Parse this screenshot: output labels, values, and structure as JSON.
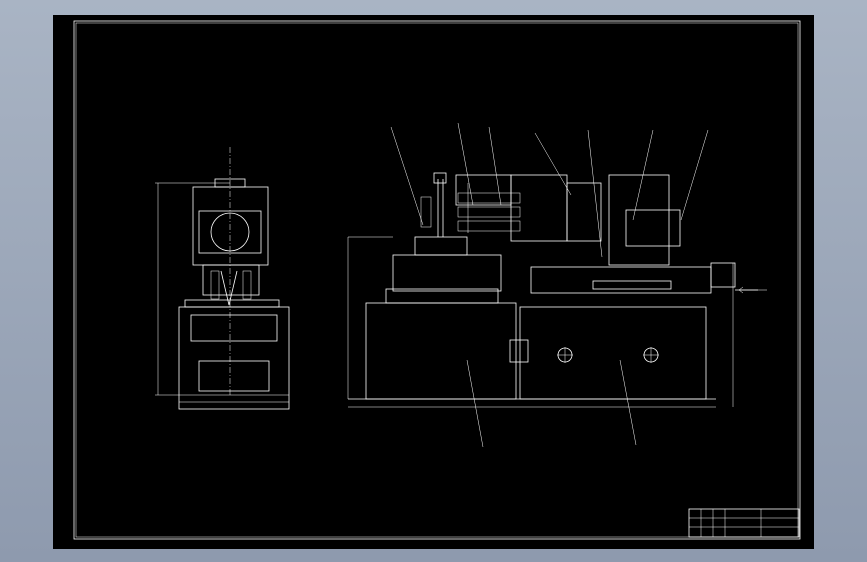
{
  "window": {
    "background": "#98a4b6",
    "sheet_color": "#000000",
    "line_color": "#ffffff"
  },
  "drawing": {
    "left_label": "",
    "callouts": [
      {
        "id": "c1",
        "text": ""
      },
      {
        "id": "c2",
        "text": ""
      },
      {
        "id": "c3",
        "text": ""
      },
      {
        "id": "c4",
        "text": ""
      },
      {
        "id": "c5",
        "text": ""
      },
      {
        "id": "c6",
        "text": ""
      },
      {
        "id": "c7",
        "text": ""
      },
      {
        "id": "c8",
        "text": ""
      },
      {
        "id": "c9",
        "text": ""
      }
    ],
    "title_block": {
      "title_line1": "",
      "title_line2": ""
    }
  }
}
